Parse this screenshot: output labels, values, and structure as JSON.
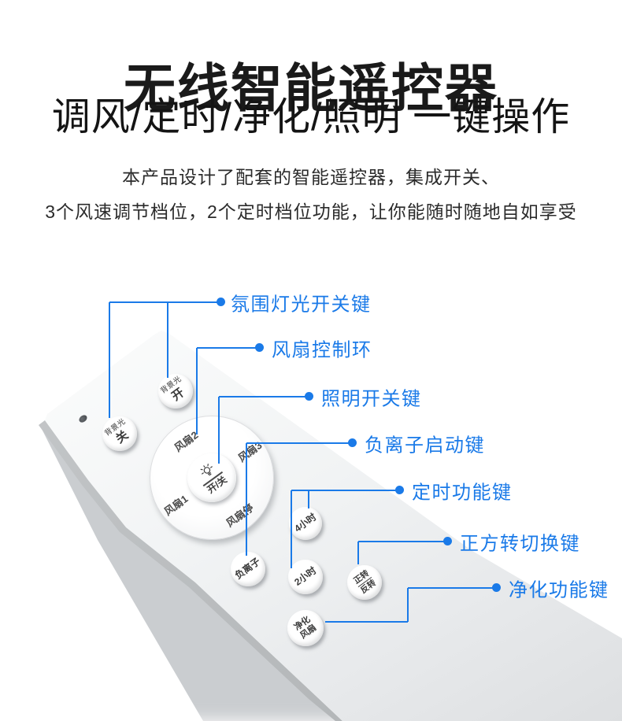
{
  "colors": {
    "accent_blue": "#1a7ae8",
    "title_black": "#1a1a1a"
  },
  "header": {
    "title": "无线智能遥控器",
    "subtitle": "调风/定时/净化/照明 一键操作",
    "description_line1": "本产品设计了配套的智能遥控器，集成开关、",
    "description_line2": "3个风速调节档位，2个定时档位功能，让你能随时随地自如享受"
  },
  "callouts": [
    {
      "label": "氛围灯光开关键"
    },
    {
      "label": "风扇控制环"
    },
    {
      "label": "照明开关键"
    },
    {
      "label": "负离子启动键"
    },
    {
      "label": "定时功能键"
    },
    {
      "label": "正方转切换键"
    },
    {
      "label": "净化功能键"
    }
  ],
  "remote": {
    "backlight_on": {
      "top": "背景光",
      "main": "开"
    },
    "backlight_off": {
      "top": "背景光",
      "main": "关"
    },
    "fan_ring": {
      "top": "风扇2",
      "right": "风扇3",
      "left": "风扇1",
      "bottom": "风扇停"
    },
    "power_button": {
      "label": "开/关",
      "icon": "light-bulb-icon"
    },
    "timer_4h": "4小时",
    "timer_2h": "2小时",
    "anion": "负离子",
    "rotation_switch": {
      "line1": "正转",
      "line2": "反转"
    },
    "purify_fan": {
      "line1": "净化",
      "line2": "风扇"
    }
  }
}
